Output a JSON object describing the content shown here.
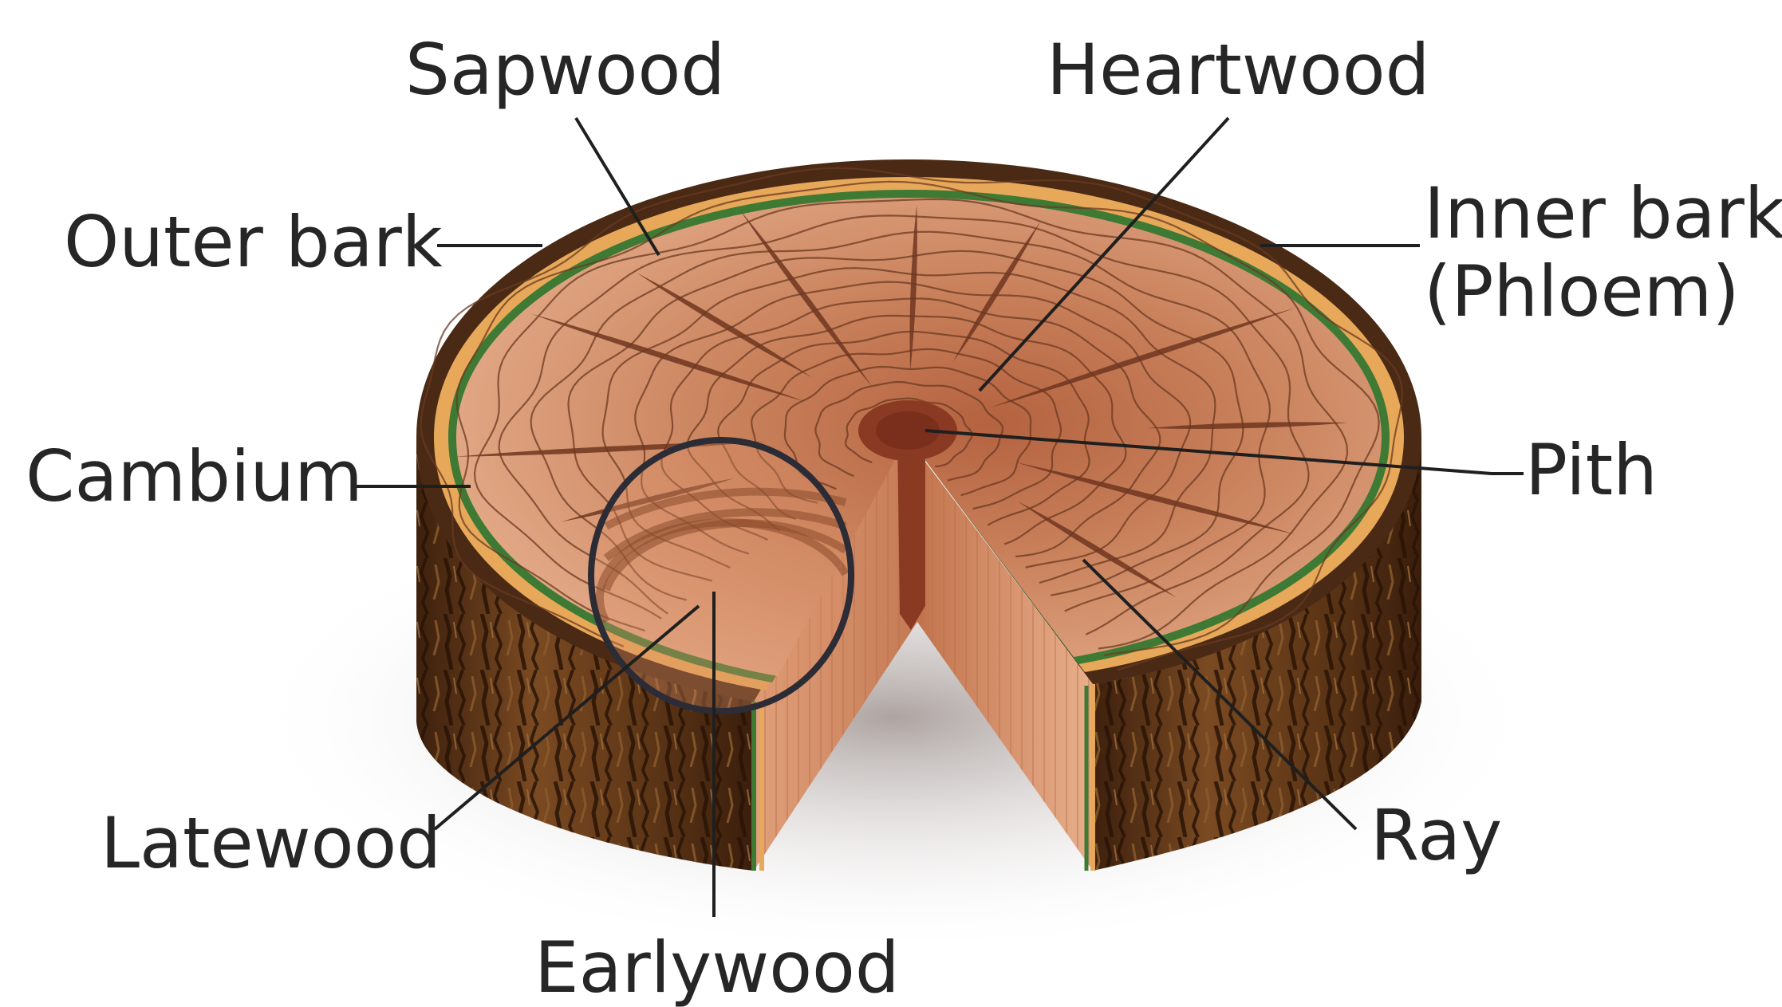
{
  "labels": {
    "sapwood": "Sapwood",
    "heartwood": "Heartwood",
    "outer_bark": "Outer bark",
    "inner_bark_line1": "Inner bark",
    "inner_bark_line2": "(Phloem)",
    "cambium": "Cambium",
    "pith": "Pith",
    "latewood": "Latewood",
    "earlywood": "Earlywood",
    "ray": "Ray"
  },
  "colors": {
    "outer_bark": "#4a2a14",
    "inner_bark": "#e8a85a",
    "cambium": "#3f7a35",
    "sapwood": "#d99a72",
    "heartwood": "#b9694a",
    "pith": "#7a2f1c",
    "ring_line": "#6b3a22",
    "ray": "#6e3620",
    "side_bark": "#5a3418"
  }
}
